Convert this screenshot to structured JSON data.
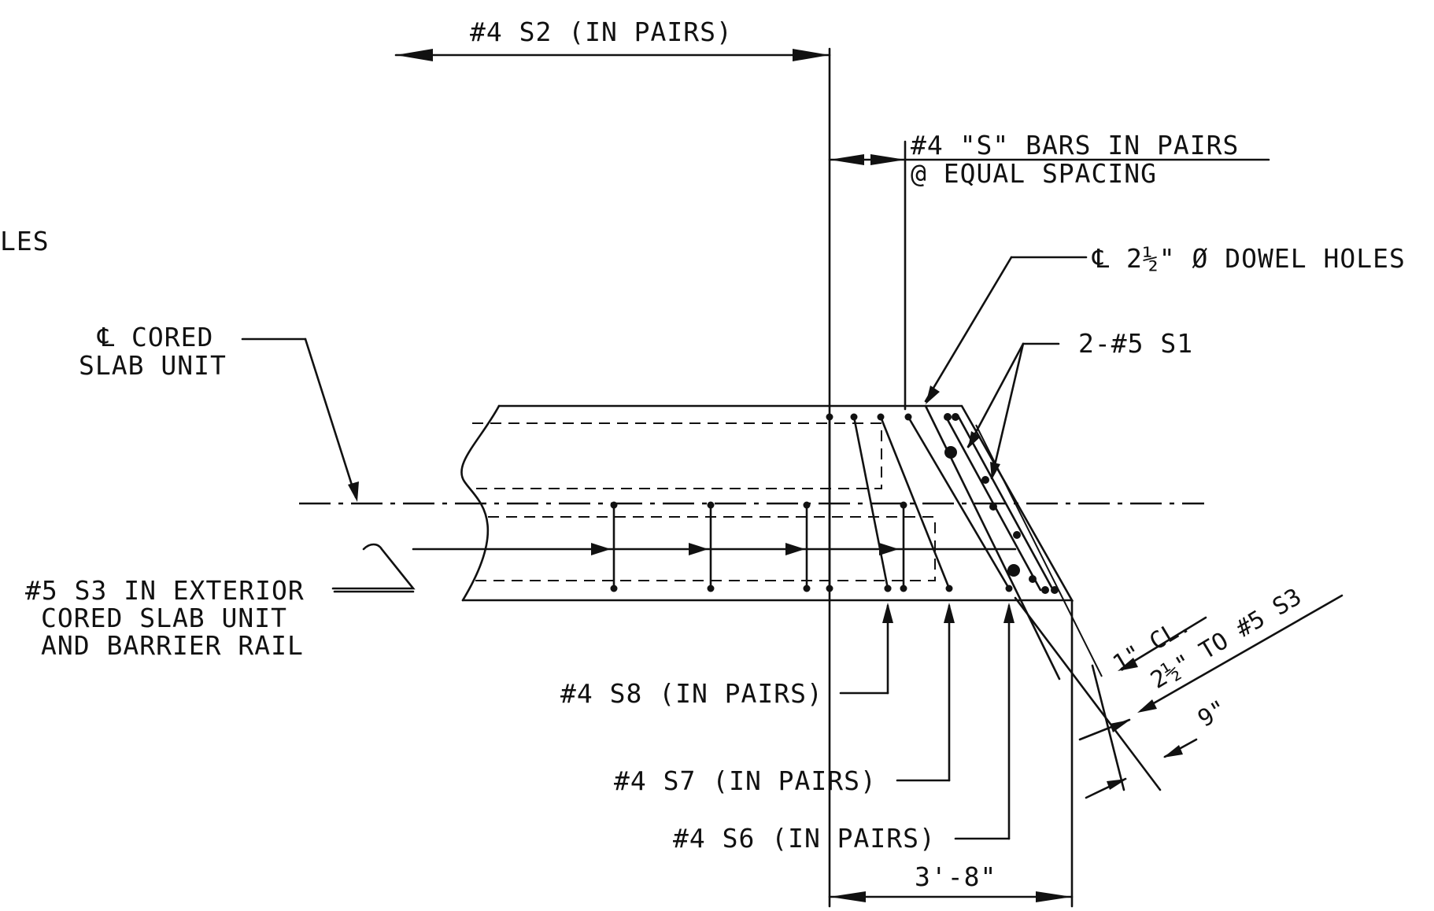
{
  "labels": {
    "s2": "#4 S2 (IN PAIRS)",
    "s_bars_line1": "#4 \"S\" BARS IN PAIRS",
    "s_bars_line2": "@ EQUAL SPACING",
    "dowel_holes": "℄ 2½\" Ø DOWEL HOLES",
    "partial_holes": "LES",
    "two_s1": "2-#5 S1",
    "cl_cored_line1": "℄ CORED",
    "cl_cored_line2": "SLAB UNIT",
    "s3_line1": "#5 S3 IN EXTERIOR",
    "s3_line2": "CORED SLAB UNIT",
    "s3_line3": "AND BARRIER RAIL",
    "s8": "#4 S8 (IN PAIRS)",
    "s7": "#4 S7 (IN PAIRS)",
    "s6": "#4 S6 (IN PAIRS)",
    "dim_3_8": "3'-8\"",
    "dim_1_cl": "1\" CL.",
    "dim_2half_to_s3": "2½\" TO #5 S3",
    "dim_9": "9\""
  }
}
